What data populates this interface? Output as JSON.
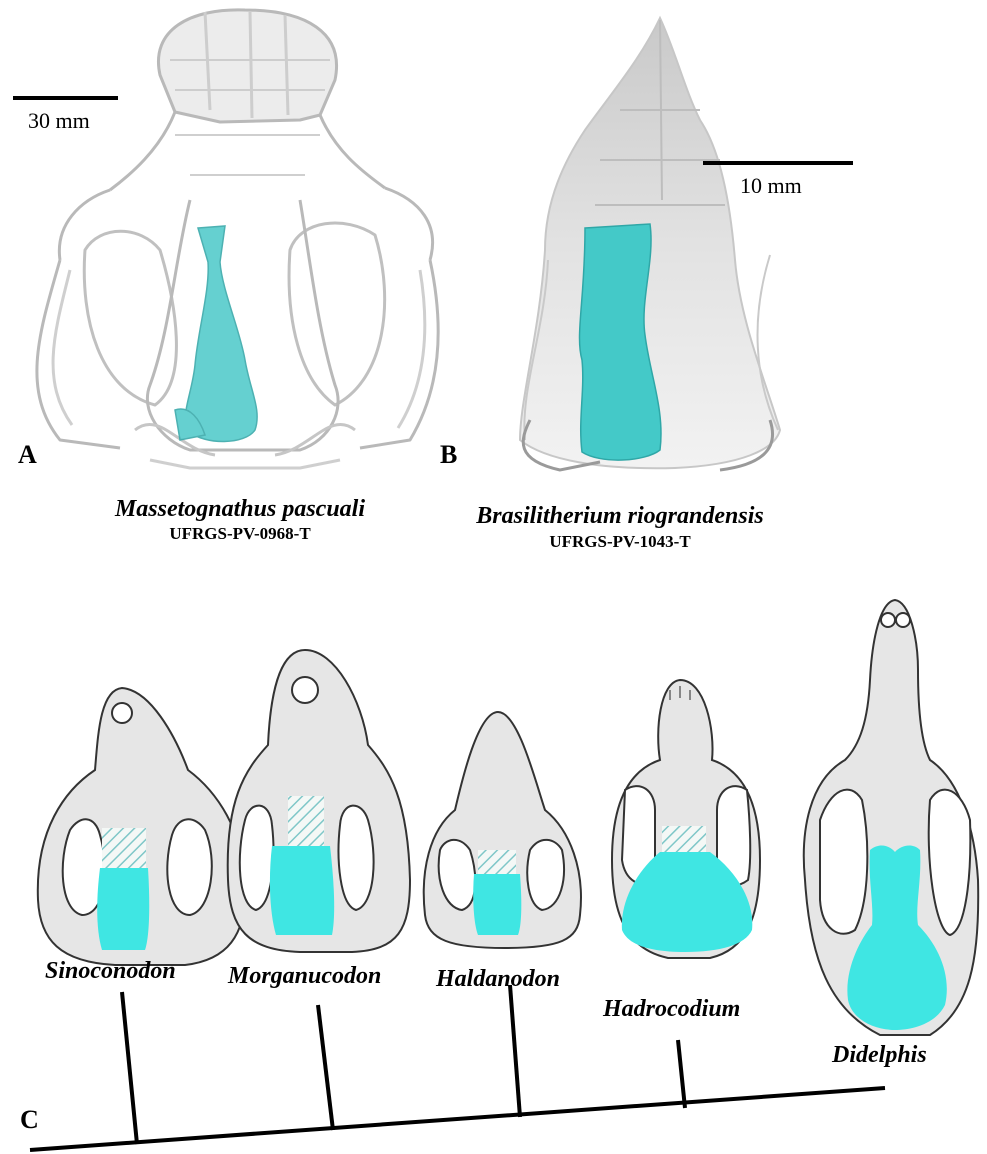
{
  "panel_a": {
    "letter": "A",
    "scale_label": "30 mm",
    "species": "Massetognathus pascuali",
    "specimen": "UFRGS-PV-0968-T"
  },
  "panel_b": {
    "letter": "B",
    "scale_label": "10 mm",
    "species": "Brasilitherium riograndensis",
    "specimen": "UFRGS-PV-1043-T"
  },
  "panel_c": {
    "letter": "C",
    "taxa": [
      "Sinoconodon",
      "Morganucodon",
      "Haldanodon",
      "Hadrocodium",
      "Didelphis"
    ]
  },
  "colors": {
    "brain_fill": "#3fe6e3",
    "bone_gray": "#e6e6e6",
    "scan_gray": "#b9b9b9"
  }
}
